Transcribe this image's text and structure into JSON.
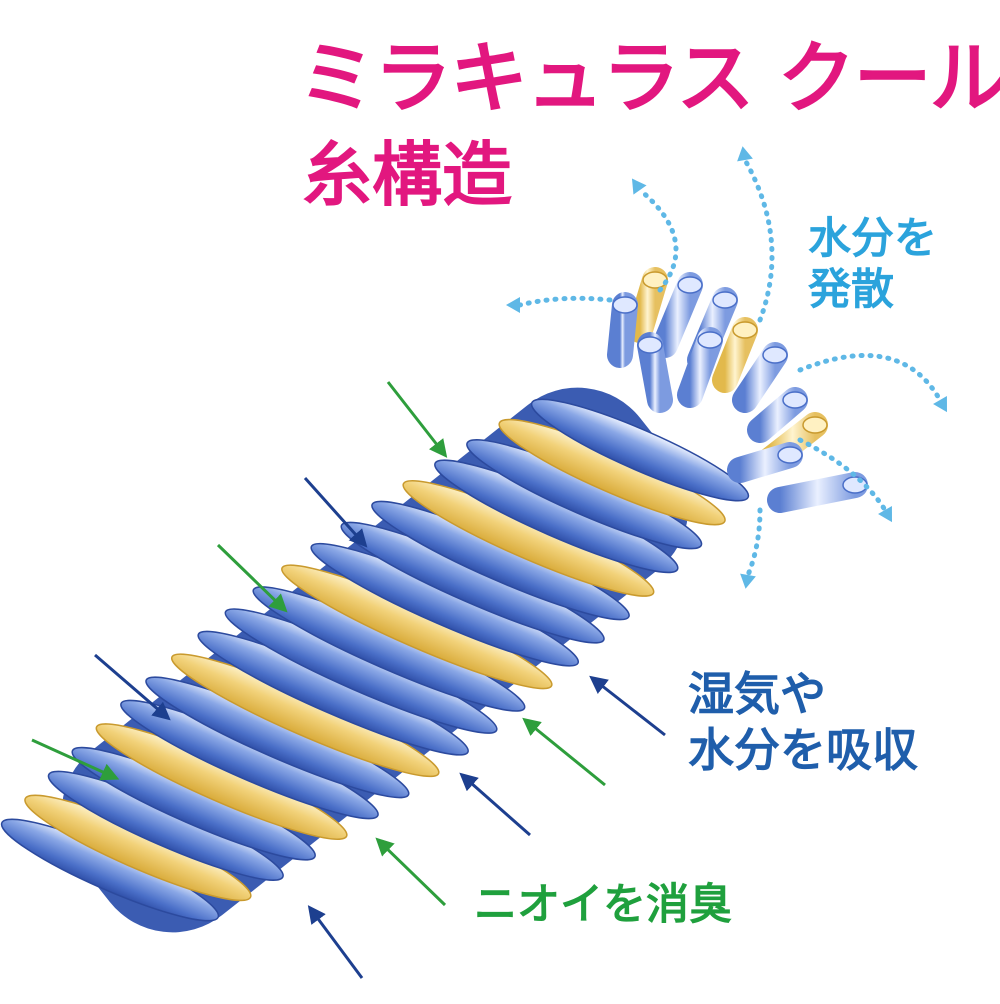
{
  "title": {
    "line1": "ミラキュラス クール",
    "line2": "糸構造"
  },
  "labels": {
    "evaporate": {
      "line1": "水分を",
      "line2": "発散"
    },
    "absorb": {
      "line1": "湿気や",
      "line2": "水分を吸収"
    },
    "deodorize": "ニオイを消臭"
  },
  "colors": {
    "title": "#e2177f",
    "evaporate_text": "#2ba3dc",
    "absorb_text": "#1f5eab",
    "deodorize_text": "#1fa03d",
    "fiber_blue": "#5a7fd0",
    "fiber_yellow": "#ecc85a",
    "arrow_navy": "#1d3f8f",
    "arrow_green": "#2e9e3c",
    "vapor": "#5fb8e6"
  }
}
